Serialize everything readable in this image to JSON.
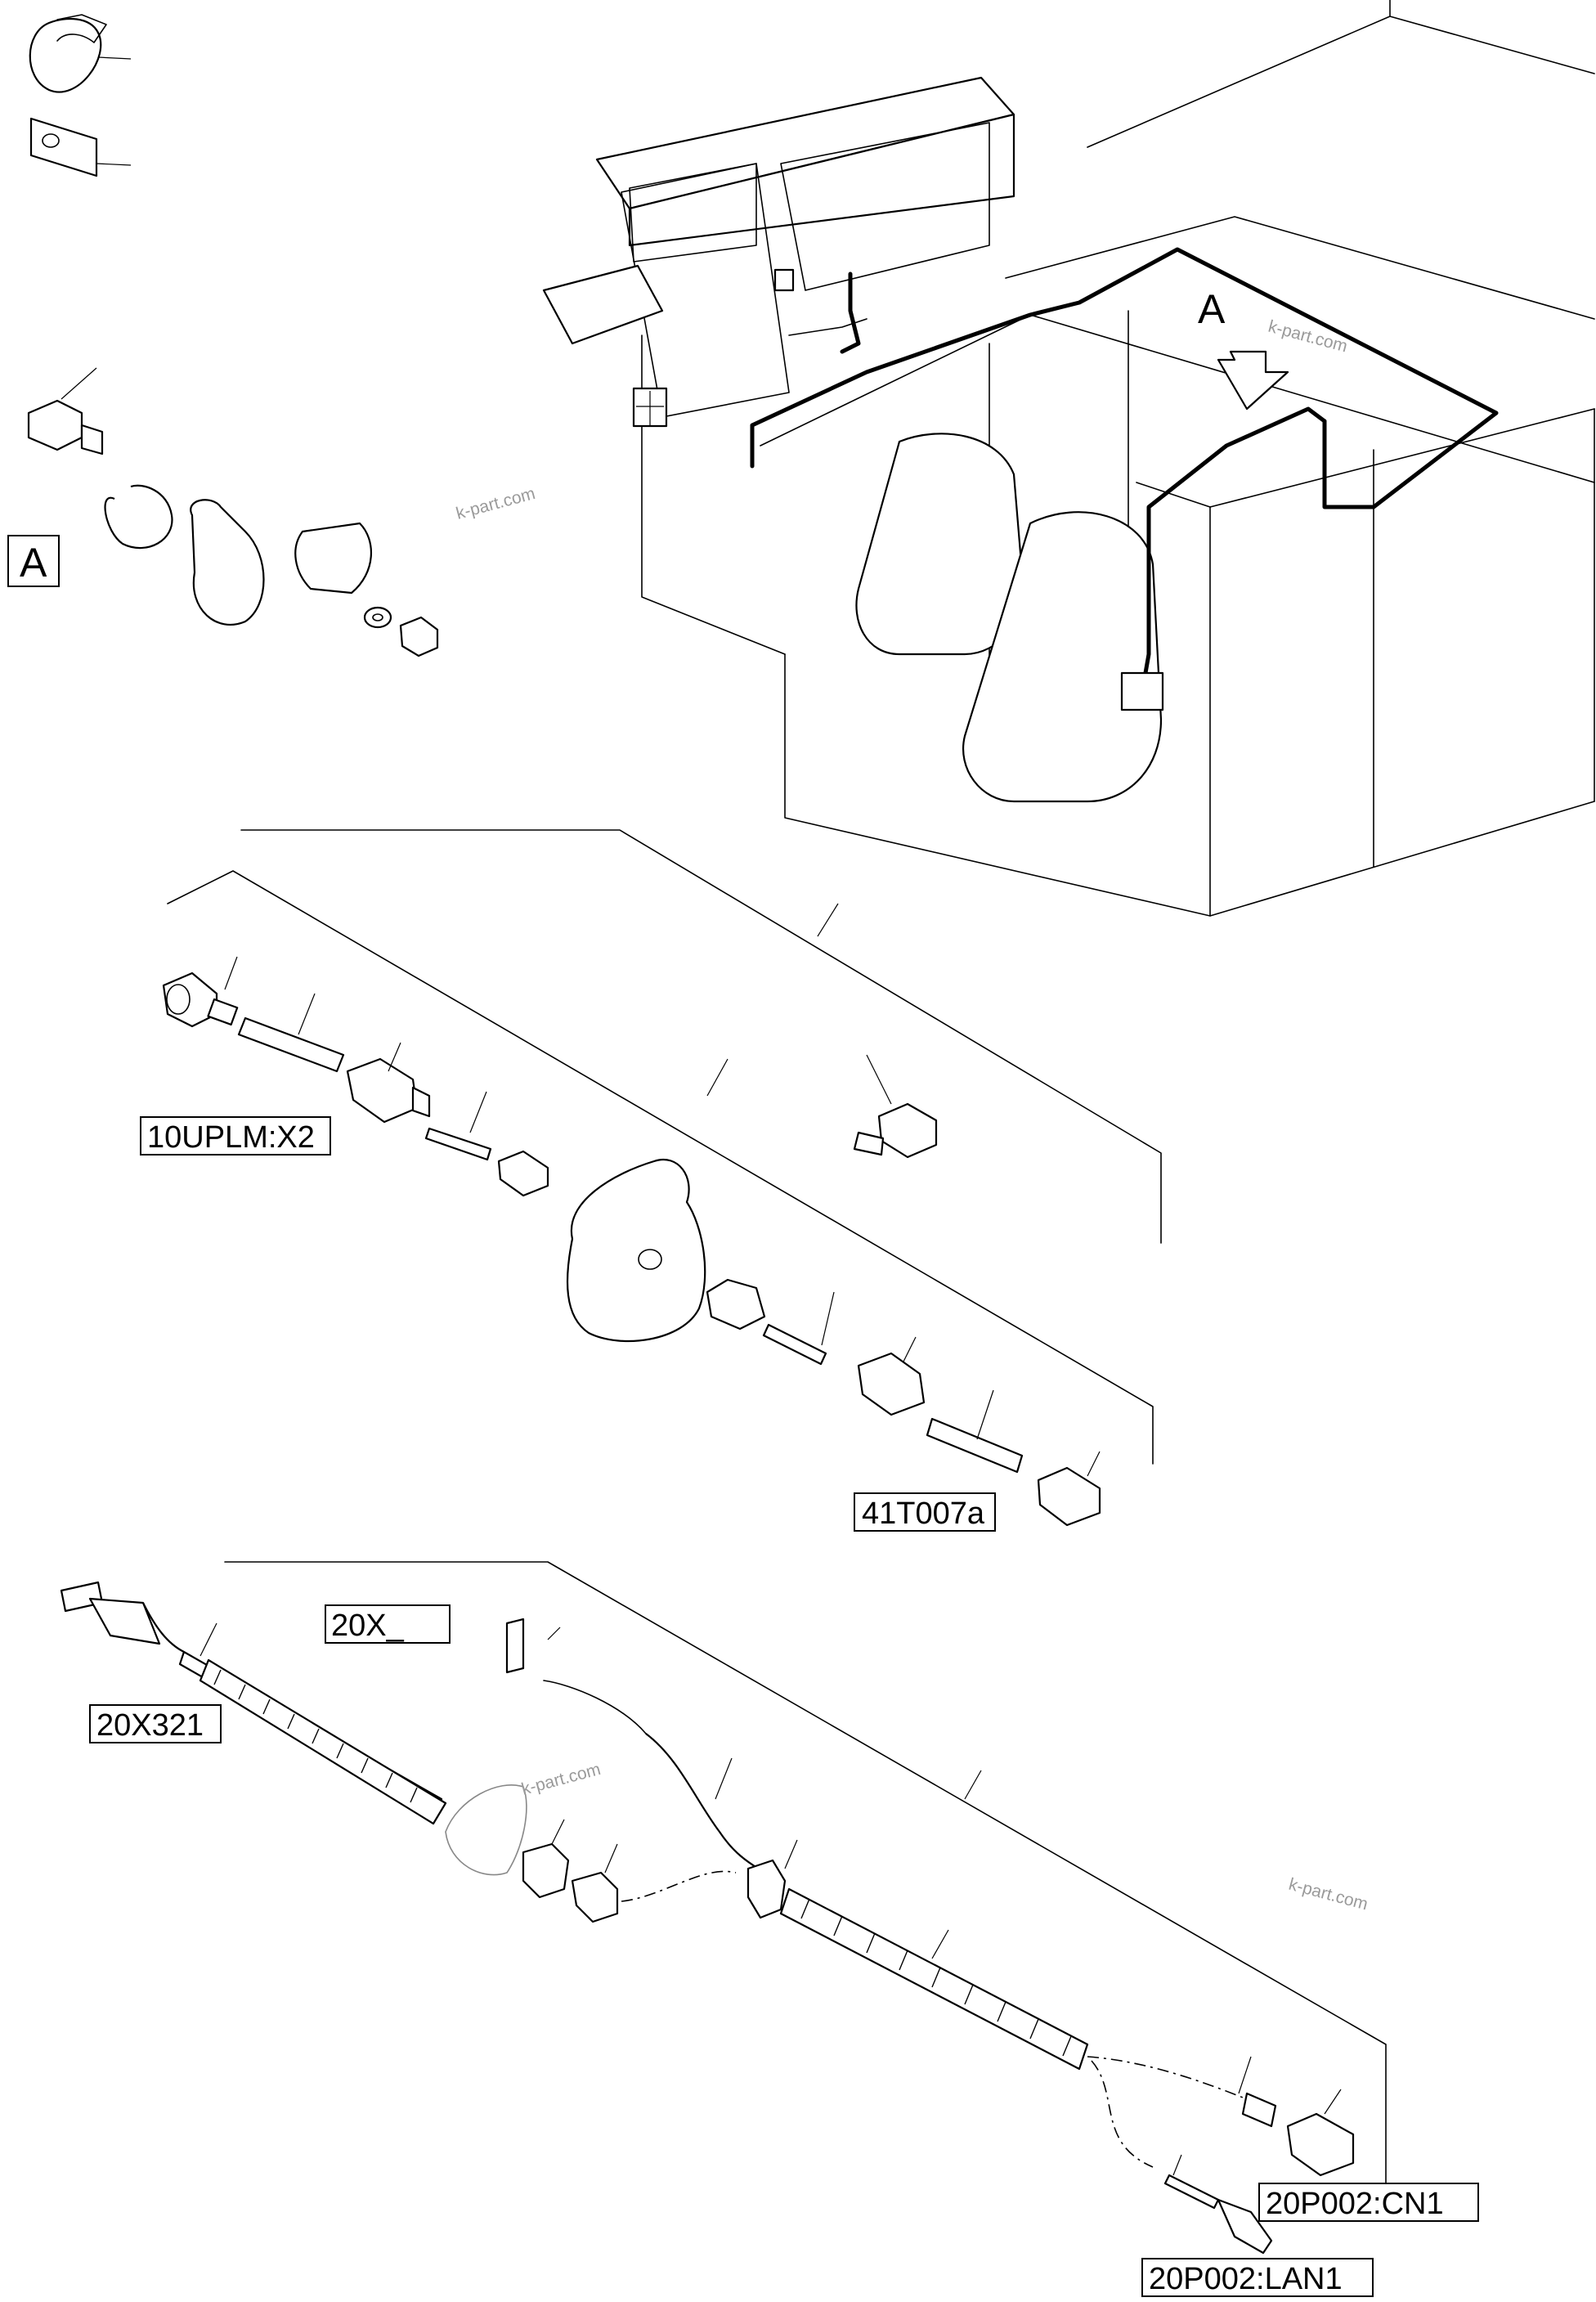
{
  "view_markers": {
    "detail_box": "A",
    "arrow_label": "A"
  },
  "labels": {
    "connector_x2": "10UPLM:X2",
    "antenna_41t007a": "41T007a",
    "harness_20x_blank": "20X_",
    "connector_20x321": "20X321",
    "connector_cn1": "20P002:CN1",
    "connector_lan1": "20P002:LAN1"
  },
  "watermarks": [
    "k-part.com",
    "k-part.com",
    "k-part.com",
    "k-part.com"
  ],
  "colors": {
    "line": "#000000",
    "background": "#ffffff",
    "watermark": "#9a9a9a"
  },
  "icons": [
    "cable-tie-icon",
    "tag-icon",
    "standoff-icon",
    "clamp-icon",
    "nut-icon",
    "washer-icon"
  ]
}
